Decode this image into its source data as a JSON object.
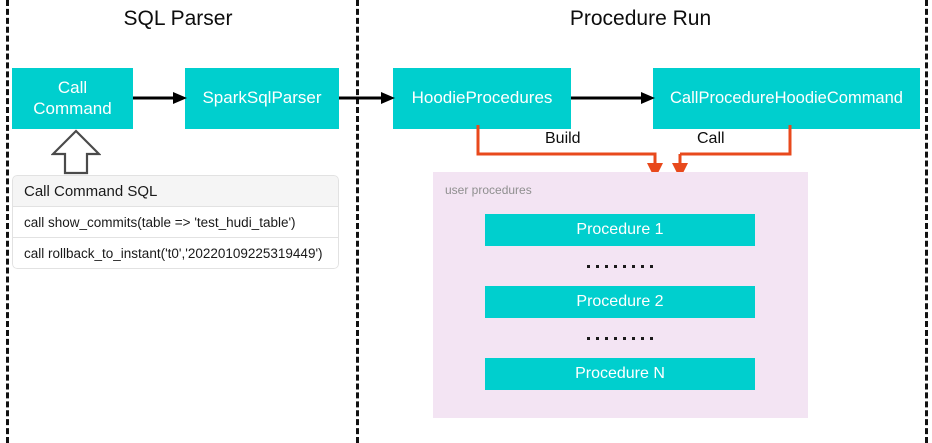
{
  "sections": {
    "left_title": "SQL Parser",
    "right_title": "Procedure Run"
  },
  "nodes": {
    "call_command": "Call\nCommand",
    "call_command_line1": "Call",
    "call_command_line2": "Command",
    "spark_sql_parser": "SparkSqlParser",
    "hoodie_procedures": "HoodieProcedures",
    "call_procedure_hoodie_command": "CallProcedureHoodieCommand"
  },
  "sql_panel": {
    "header": "Call Command SQL",
    "rows": [
      "call show_commits(table => 'test_hudi_table')",
      "call rollback_to_instant('t0','20220109225319449')"
    ]
  },
  "connectors": {
    "build_label": "Build",
    "call_label": "Call"
  },
  "user_procedures": {
    "label": "user procedures",
    "items": [
      "Procedure 1",
      "Procedure 2",
      "Procedure N"
    ],
    "ellipsis_dot_count": 8
  },
  "colors": {
    "teal_box": "#00CFCE",
    "panel_pink": "#F3E4F3",
    "connector_orange": "#E8491C",
    "arrow_black": "#000000",
    "divider_black": "#111111",
    "sql_header_bg": "#F5F5F5",
    "muted_text": "#8F8F8F"
  }
}
